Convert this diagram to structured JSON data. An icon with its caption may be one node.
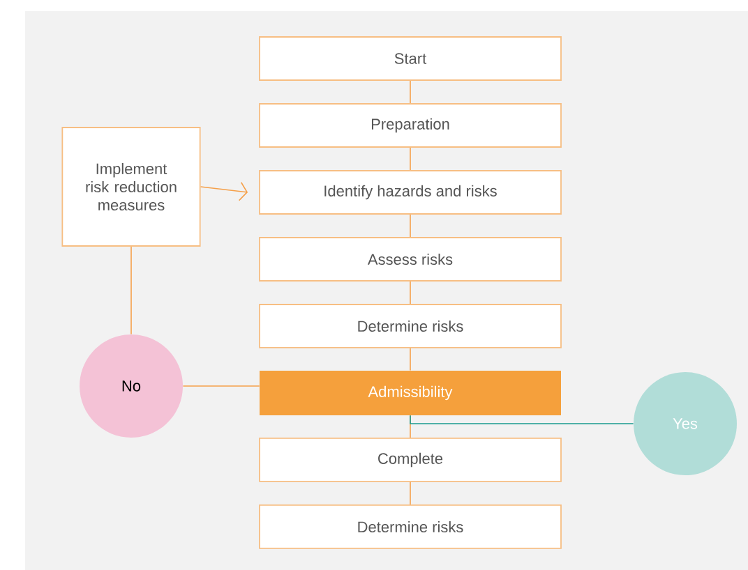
{
  "diagram": {
    "nodes": [
      {
        "text": [
          "Start"
        ]
      },
      {
        "text": [
          "Preparation"
        ]
      },
      {
        "text": [
          "Identify hazards and risks"
        ]
      },
      {
        "text": [
          "Assess risks"
        ]
      },
      {
        "text": [
          "Determine risks"
        ]
      },
      {
        "text": [
          "Admissibility"
        ]
      },
      {
        "text": [
          "Complete"
        ]
      },
      {
        "text": [
          "Determine risks"
        ]
      },
      {
        "text": [
          "Implement risk reduction measures"
        ]
      },
      {
        "text": [
          "No"
        ]
      },
      {
        "text": [
          "Yes"
        ]
      }
    ],
    "edges": [
      {
        "from": 0,
        "to": 1,
        "arrow": "none"
      },
      {
        "from": 1,
        "to": 2,
        "arrow": "none"
      },
      {
        "from": 2,
        "to": 3,
        "arrow": "none"
      },
      {
        "from": 3,
        "to": 4,
        "arrow": "none"
      },
      {
        "from": 4,
        "to": 5,
        "arrow": "none"
      },
      {
        "from": 5,
        "to": 6,
        "arrow": "none"
      },
      {
        "from": 6,
        "to": 7,
        "arrow": "none"
      },
      {
        "from": 5,
        "to": 10,
        "arrow": "none",
        "color": "#1a9a8f"
      },
      {
        "from": 9,
        "to": 5,
        "arrow": "none"
      },
      {
        "from": 9,
        "to": 8,
        "arrow": "none"
      },
      {
        "from": 8,
        "to": 2,
        "arrow": "to"
      }
    ]
  }
}
